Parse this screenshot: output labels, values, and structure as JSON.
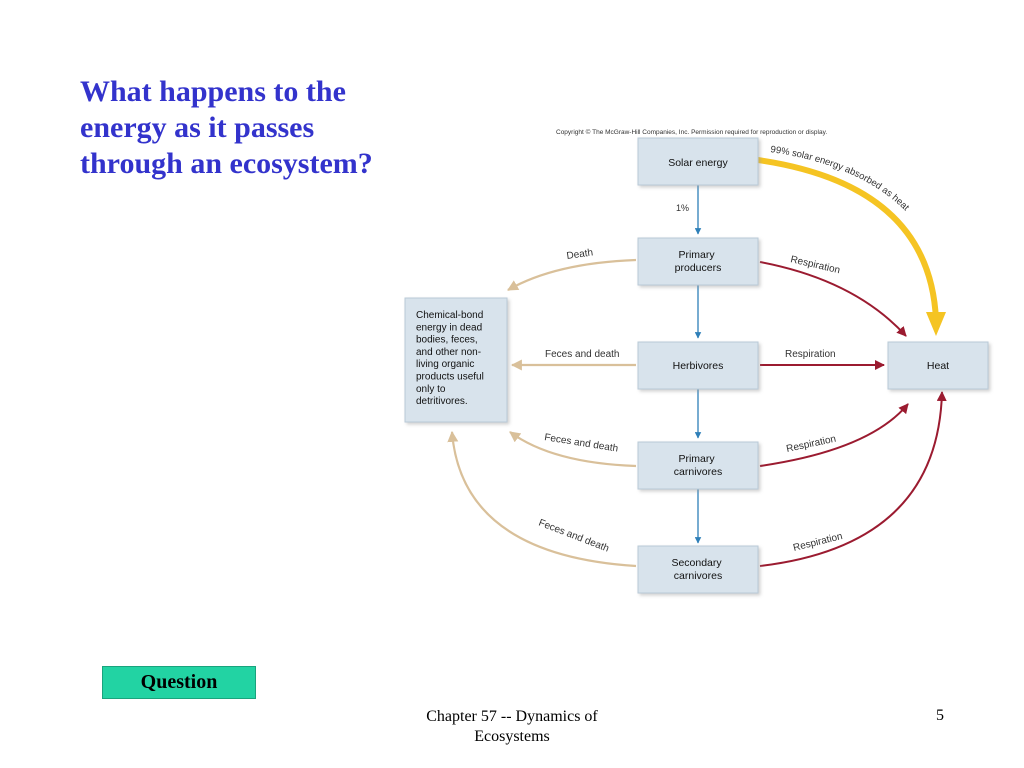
{
  "title_lines": [
    "What happens to the",
    "energy as it passes",
    "through an ecosystem?"
  ],
  "diagram": {
    "copyright": "Copyright © The McGraw-Hill Companies, Inc. Permission required for reproduction or display.",
    "nodes": {
      "solar": [
        "Solar energy"
      ],
      "producers": [
        "Primary",
        "producers"
      ],
      "herbivores": [
        "Herbivores"
      ],
      "carnivores1": [
        "Primary",
        "carnivores"
      ],
      "carnivores2": [
        "Secondary",
        "carnivores"
      ],
      "heat": [
        "Heat"
      ],
      "detritus": [
        "Chemical-bond",
        "energy in dead",
        "bodies, feces,",
        "and other non-",
        "living organic",
        "products useful",
        "only to",
        "detritivores."
      ]
    },
    "labels": {
      "one_percent": "1%",
      "ninety_nine": "99% solar energy absorbed as heat",
      "death": "Death",
      "feces_death": "Feces and death",
      "respiration": "Respiration"
    },
    "colors": {
      "solar_arrow": "#f5c423",
      "respiration_arrow": "#9b1b30",
      "death_arrow": "#d9c09a",
      "trophic_arrow": "#2e7fb8",
      "box_fill": "#d8e3ec"
    }
  },
  "button": {
    "label": "Question",
    "color": "#22d3a3"
  },
  "footer": {
    "lines": [
      "Chapter 57 -- Dynamics of",
      "Ecosystems"
    ],
    "page": "5"
  },
  "title_color": "#3333cc"
}
